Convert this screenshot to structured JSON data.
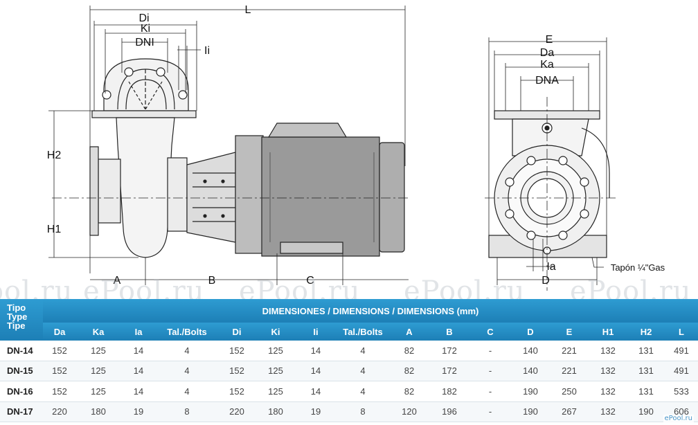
{
  "drawing": {
    "labels": {
      "di": "Di",
      "ki": "Ki",
      "dni": "DNI",
      "ii": "Ii",
      "l": "L",
      "h2": "H2",
      "h1": "H1",
      "a": "A",
      "b": "B",
      "c": "C",
      "e": "E",
      "da": "Da",
      "ka": "Ka",
      "dna": "DNA",
      "ia": "Ia",
      "d": "D",
      "plug": "Tapón ¼\"Gas"
    }
  },
  "watermarks": [
    "ePool.ru",
    "ePool.ru",
    "ePool.ru",
    "ePool.ru",
    "ePool.ru"
  ],
  "table": {
    "header_type": "Tipo\nType\nTipe",
    "header_title": "DIMENSIONES / DIMENSIONS / DIMENSIONS (mm)",
    "columns": [
      "Da",
      "Ka",
      "Ia",
      "Tal./Bolts",
      "Di",
      "Ki",
      "Ii",
      "Tal./Bolts",
      "A",
      "B",
      "C",
      "D",
      "E",
      "H1",
      "H2",
      "L"
    ],
    "rows": [
      {
        "model": "DN-14",
        "values": [
          "152",
          "125",
          "14",
          "4",
          "152",
          "125",
          "14",
          "4",
          "82",
          "172",
          "-",
          "140",
          "221",
          "132",
          "131",
          "491"
        ]
      },
      {
        "model": "DN-15",
        "values": [
          "152",
          "125",
          "14",
          "4",
          "152",
          "125",
          "14",
          "4",
          "82",
          "172",
          "-",
          "140",
          "221",
          "132",
          "131",
          "491"
        ]
      },
      {
        "model": "DN-16",
        "values": [
          "152",
          "125",
          "14",
          "4",
          "152",
          "125",
          "14",
          "4",
          "82",
          "182",
          "-",
          "190",
          "250",
          "132",
          "131",
          "533"
        ]
      },
      {
        "model": "DN-17",
        "values": [
          "220",
          "180",
          "19",
          "8",
          "220",
          "180",
          "19",
          "8",
          "120",
          "196",
          "-",
          "190",
          "267",
          "132",
          "190",
          "606"
        ]
      }
    ]
  },
  "brand": "ePool.ru"
}
